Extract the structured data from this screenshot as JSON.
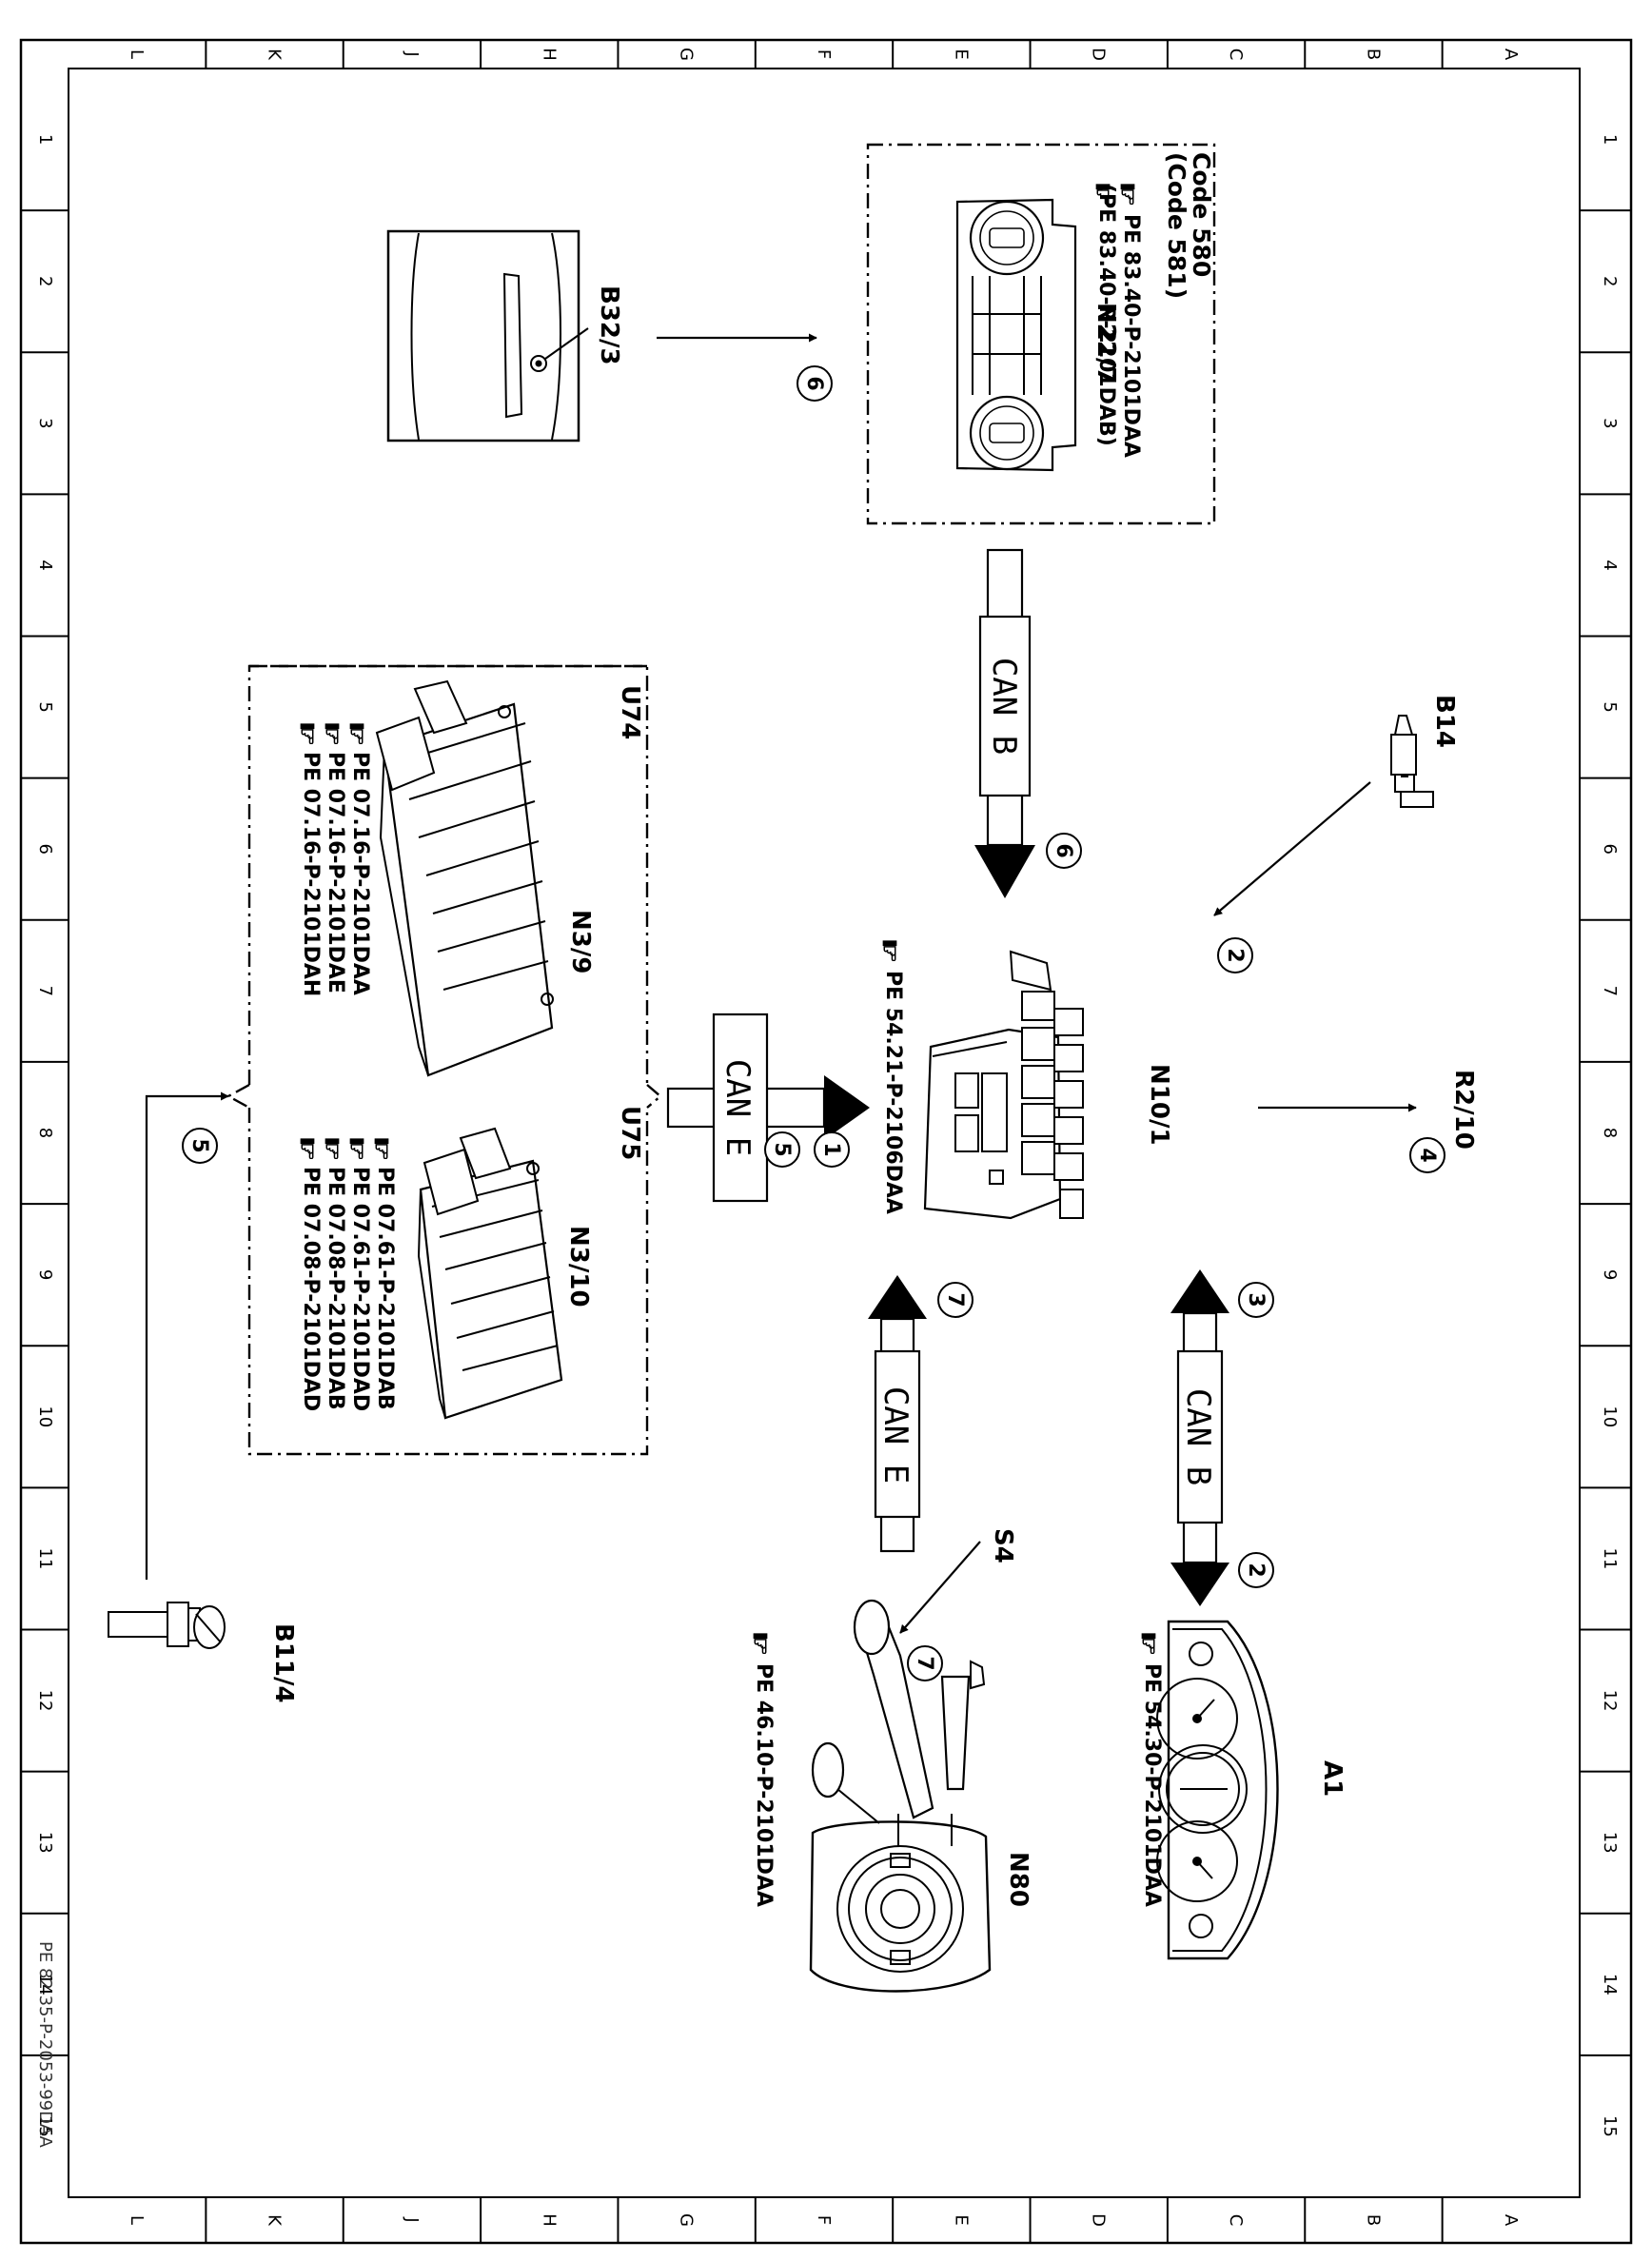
{
  "frame": {
    "columns": [
      "L",
      "K",
      "J",
      "H",
      "G",
      "F",
      "E",
      "D",
      "C",
      "B",
      "A"
    ],
    "rows": [
      "1",
      "2",
      "3",
      "4",
      "5",
      "6",
      "7",
      "8",
      "9",
      "10",
      "11",
      "12",
      "13",
      "14",
      "15"
    ]
  },
  "doc_id": "PE 82.35-P-2053-99DAA",
  "components": {
    "b32_3": {
      "label": "B32/3"
    },
    "n22_7": {
      "label": "N22/7",
      "code1": "Code 580",
      "code2": "(Code 581)",
      "ref1": "PE 83.40-P-2101DAA",
      "ref2": "(PE 83.40-P-2101DAB)"
    },
    "b14": {
      "label": "B14"
    },
    "n10_1": {
      "label": "N10/1",
      "ref": "PE 54.21-P-2106DAA"
    },
    "r2_10": {
      "label": "R2/10"
    },
    "a1": {
      "label": "A1",
      "ref": "PE 54.30-P-2101DAA"
    },
    "n80": {
      "label": "N80",
      "ref": "PE 46.10-P-2101DAA"
    },
    "s4": {
      "label": "S4"
    },
    "b11_4": {
      "label": "B11/4"
    },
    "u74": {
      "label": "U74",
      "module": "N3/9",
      "refs": [
        "PE 07.16-P-2101DAA",
        "PE 07.16-P-2101DAE",
        "PE 07.16-P-2101DAH"
      ]
    },
    "u75": {
      "label": "U75",
      "module": "N3/10",
      "refs": [
        "PE 07.61-P-2101DAB",
        "PE 07.61-P-2101DAD",
        "PE 07.08-P-2101DAB",
        "PE 07.08-P-2101DAD"
      ]
    }
  },
  "buses": {
    "can_b_top": "CAN B",
    "can_e_left": "CAN E",
    "can_e_bottom": "CAN E",
    "can_b_right": "CAN B"
  },
  "step_numbers": {
    "b32_arrow": "6",
    "can_b_top": "6",
    "b14_arrow": "2",
    "r2_arrow": "4",
    "can_e_left_a": "1",
    "can_e_left_b": "5",
    "b11_arrow": "5",
    "can_e_bottom": "7",
    "can_b_right_a": "3",
    "can_b_right_b": "2",
    "s4_arrow": "7"
  }
}
